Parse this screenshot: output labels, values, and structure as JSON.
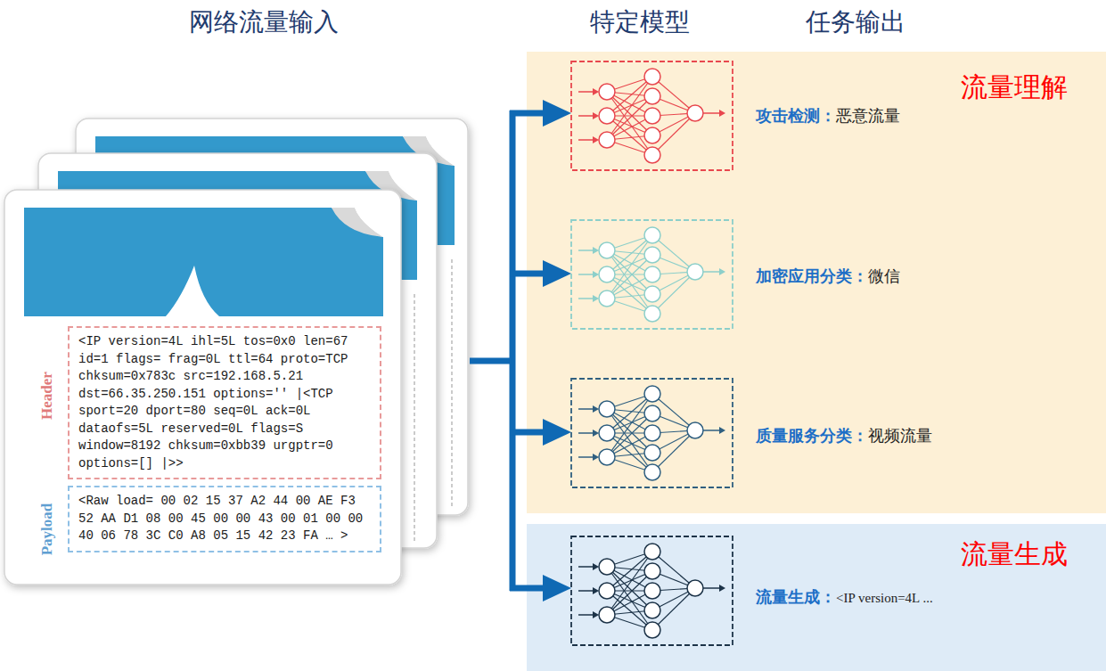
{
  "diagram": {
    "nodes": [
      {
        "text": [
          "流量理解"
        ]
      },
      {
        "text": [
          "流量生成"
        ]
      },
      {
        "text": [
          "Header",
          "<IP version=4L ihl=5L tos=0x0 len=67 id=1 flags= frag=0L ttl=64 proto=TCP chksum=0x783c src=192.168.5.21 dst=66.35.250.151 options='' |<TCP sport=20 dport=80 seq=0L ack=0L dataofs=5L reserved=0L flags=S window=8192 chksum=0xbb39 urgptr=0 options=[] |>>"
        ]
      },
      {
        "text": [
          "Payload",
          "<Raw load= 00 02 15 37 A2 44 00 AE F3 52 AA D1 08 00 45 00 00 43 00 01 00 00 40 06 78 3C C0 A8 05 15 42 23 FA … >"
        ]
      }
    ],
    "labels": [
      "网络流量输入",
      "特定模型",
      "任务输出",
      "攻击检测：",
      "恶意流量",
      "加密应用分类：",
      "微信",
      "质量服务分类：",
      "视频流量",
      "流量生成：",
      "<IP version=4L ..."
    ]
  }
}
